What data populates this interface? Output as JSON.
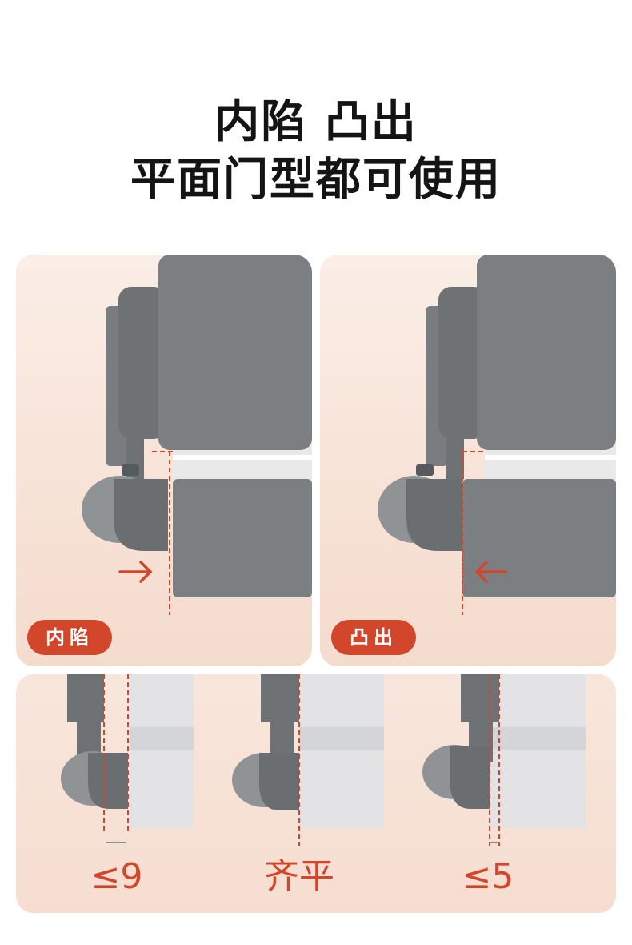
{
  "heading": {
    "line1": "内陷 凸出",
    "line2": "平面门型都可使用"
  },
  "panels": [
    {
      "label": "内陷",
      "arrow_direction": "right"
    },
    {
      "label": "凸出",
      "arrow_direction": "left"
    }
  ],
  "measurements": [
    {
      "label": "≤9"
    },
    {
      "label": "齐平"
    },
    {
      "label": "≤5"
    }
  ],
  "colors": {
    "accent": "#d2472c",
    "device_gray": "#6e7275",
    "card_bg": "#f7e2d6"
  }
}
